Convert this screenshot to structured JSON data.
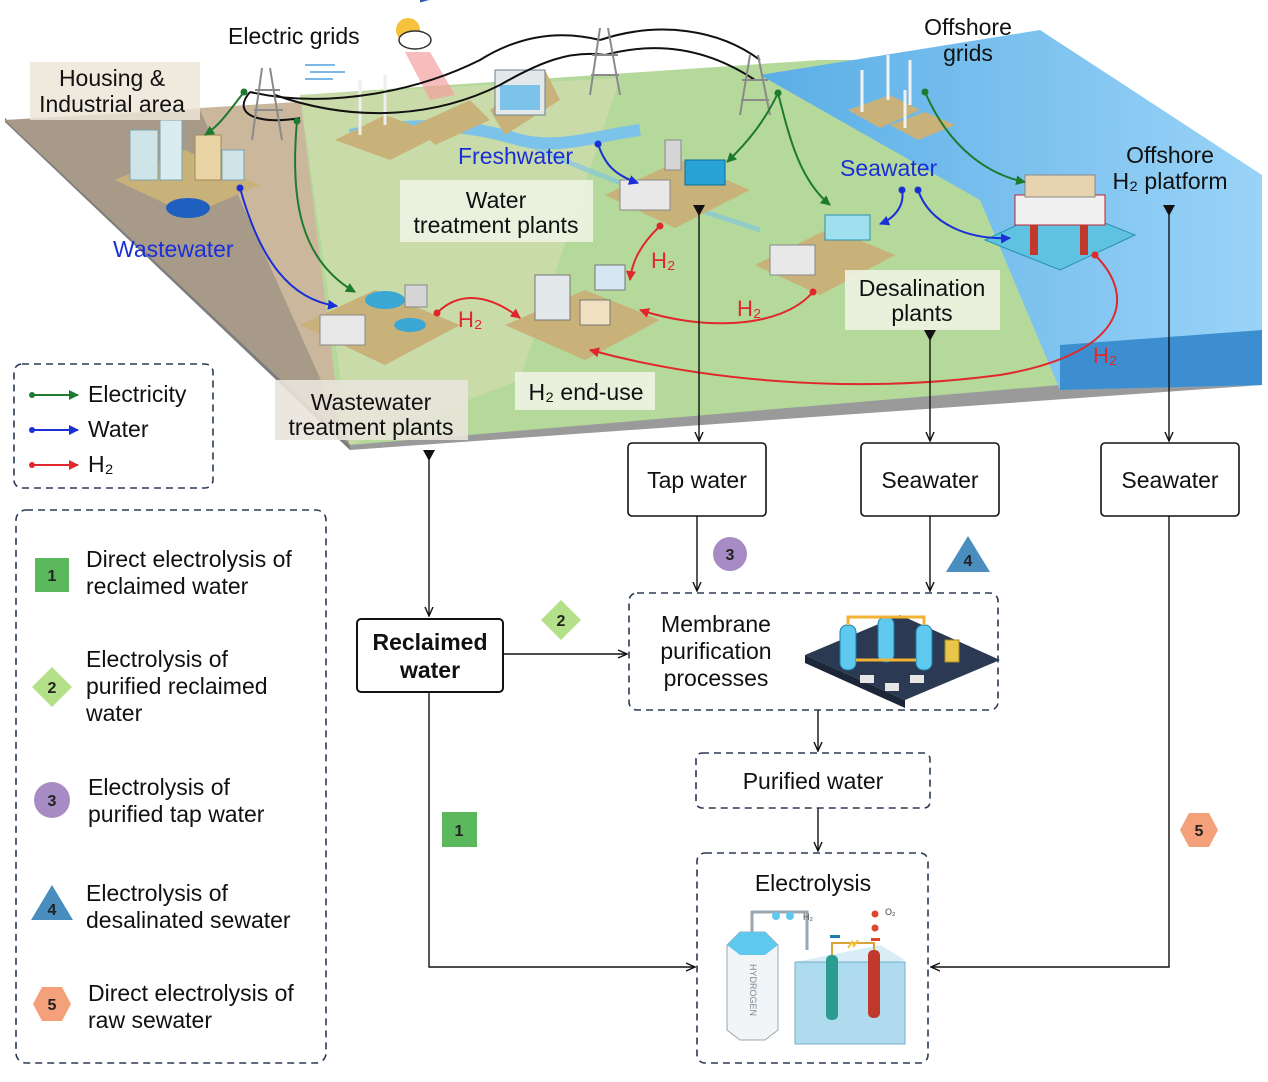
{
  "landscape": {
    "electric_grids": "Electric grids",
    "offshore_grids": [
      "Offshore",
      "grids"
    ],
    "housing": [
      "Housing &",
      "Industrial area"
    ],
    "freshwater": "Freshwater",
    "seawater_label": "Seawater",
    "wastewater": "Wastewater",
    "water_treatment": [
      "Water",
      "treatment plants"
    ],
    "desalination": [
      "Desalination",
      "plants"
    ],
    "offshore_platform": [
      "Offshore",
      "H₂ platform"
    ],
    "wastewater_treatment": [
      "Wastewater",
      "treatment plants"
    ],
    "h2_end_use": "H₂ end-use",
    "h2": "H₂"
  },
  "flow_legend": [
    {
      "label": "Electricity",
      "color": "#1e7a2e"
    },
    {
      "label": "Water",
      "color": "#1a2fd6"
    },
    {
      "label": "H₂",
      "color": "#e0282c"
    }
  ],
  "pathways": [
    {
      "number": "1",
      "shape": "square",
      "color": "#5cb85c",
      "lines": [
        "Direct electrolysis of",
        "reclaimed water"
      ]
    },
    {
      "number": "2",
      "shape": "diamond",
      "color": "#b5e08a",
      "lines": [
        "Electrolysis of",
        "purified reclaimed",
        "water"
      ]
    },
    {
      "number": "3",
      "shape": "circle",
      "color": "#a78bc4",
      "lines": [
        "Electrolysis of",
        "purified tap water"
      ]
    },
    {
      "number": "4",
      "shape": "triangle",
      "color": "#4a8dbf",
      "lines": [
        "Electrolysis of",
        "desalinated sewater"
      ]
    },
    {
      "number": "5",
      "shape": "hexagon",
      "color": "#f4a07a",
      "lines": [
        "Direct electrolysis of",
        "raw sewater"
      ]
    }
  ],
  "flow": {
    "tap_water": "Tap water",
    "seawater_desal": "Seawater",
    "seawater_raw": "Seawater",
    "reclaimed": [
      "Reclaimed",
      "water"
    ],
    "membrane": [
      "Membrane",
      "purification",
      "processes"
    ],
    "purified": "Purified water",
    "electrolysis": "Electrolysis",
    "tank_label": "HYDROGEN",
    "h2_bubble": "H₂",
    "o2_bubble": "O₂"
  }
}
